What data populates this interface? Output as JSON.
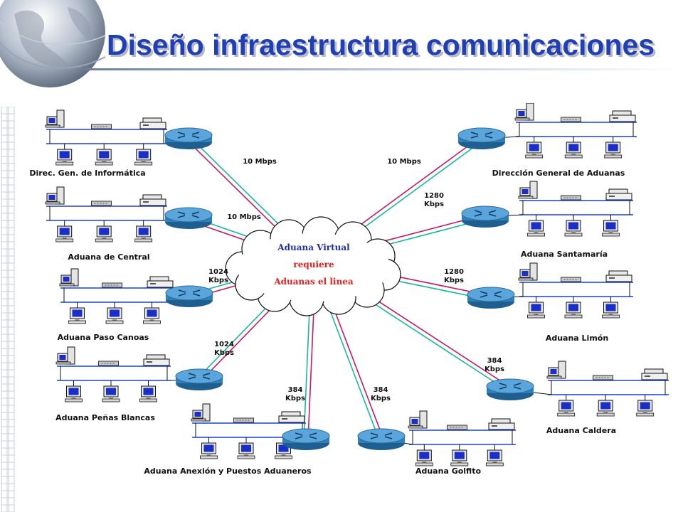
{
  "slide": {
    "title": "Diseño infraestructura comunicaciones"
  },
  "cloud": {
    "line1": "Aduana Virtual",
    "line2": "requiere",
    "line3": "Aduanas el linea"
  },
  "sites": [
    {
      "id": "dgi",
      "label": "Direc. Gen. de Informática",
      "link_speed": "10 Mbps"
    },
    {
      "id": "central",
      "label": "Aduana de Central",
      "link_speed": "10 Mbps"
    },
    {
      "id": "paso-canoas",
      "label": "Aduana Paso Canoas",
      "link_speed": "1024 Kbps"
    },
    {
      "id": "penas-blancas",
      "label": "Aduana Peñas Blancas",
      "link_speed": "1024 Kbps"
    },
    {
      "id": "anexion",
      "label": "Aduana Anexión y Puestos Aduaneros",
      "link_speed": "384 Kbps"
    },
    {
      "id": "golfito",
      "label": "Aduana Golfito",
      "link_speed": "384 Kbps"
    },
    {
      "id": "caldera",
      "label": "Aduana Caldera",
      "link_speed": "384 Kbps"
    },
    {
      "id": "limon",
      "label": "Aduana Limón",
      "link_speed": "1280 Kbps"
    },
    {
      "id": "santamaria",
      "label": "Aduana Santamaría",
      "link_speed": "1280 Kbps"
    },
    {
      "id": "dga",
      "label": "Dirección General de Aduanas",
      "link_speed": "10 Mbps"
    }
  ],
  "colors": {
    "link_a": "#c8186a",
    "link_b": "#17b8a0",
    "lan_bus": "#1d3fd2",
    "router": "#2f7fb8",
    "title": "#1f3fb4",
    "cloud_line1": "#2030a0",
    "cloud_line23": "#e82020"
  }
}
